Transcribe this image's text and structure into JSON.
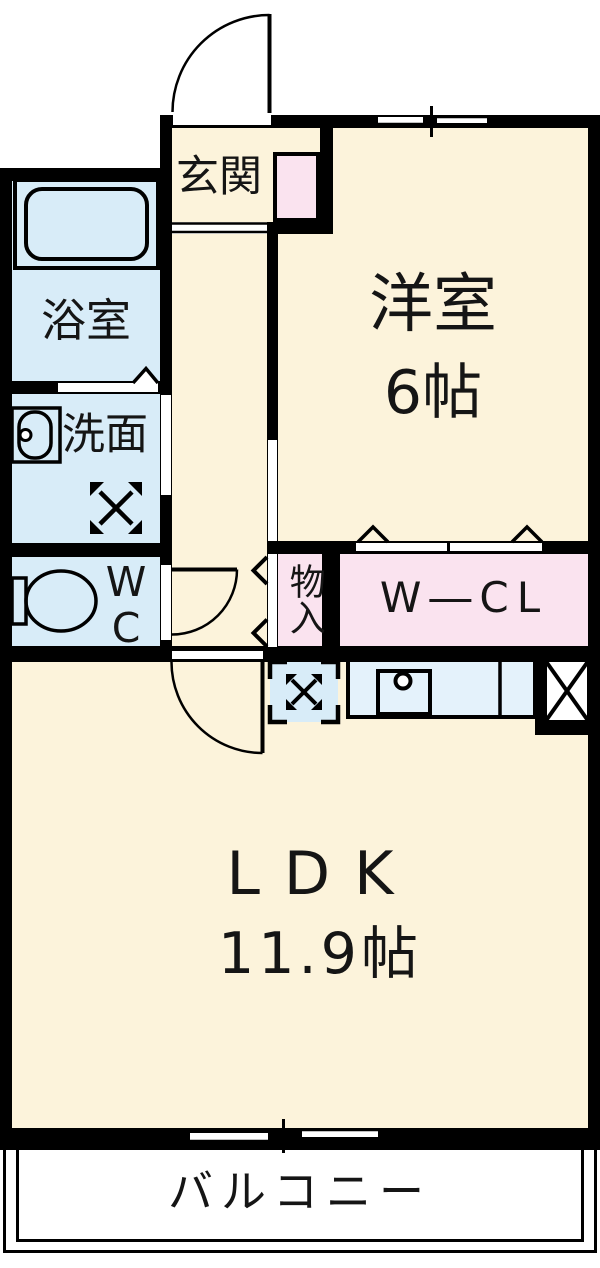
{
  "floorplan": {
    "rooms": {
      "genkan": {
        "label": "玄関"
      },
      "bathroom": {
        "label": "浴室"
      },
      "washroom": {
        "label": "洗面"
      },
      "toilet": {
        "label": "WC"
      },
      "western": {
        "label": "洋室",
        "size": "6帖"
      },
      "storage": {
        "label": "物入"
      },
      "wcl": {
        "label": "W―CL"
      },
      "ldk": {
        "label": "LDK",
        "size": "11.9帖"
      },
      "balcony": {
        "label": "バルコニー"
      }
    },
    "fixtures": {
      "bathtub": "bathtub",
      "washbasin": "washbasin",
      "washer_space": "washing-machine-space",
      "toilet_bowl": "toilet",
      "kitchen_counter": "kitchen-counter-with-sink",
      "refrigerator_space": "refrigerator-space",
      "pipe_shaft": "pipe-space",
      "entrance_door": "entrance-door-swing",
      "wc_door": "door-swing",
      "hall_door": "door-swing",
      "bifold_closet_doors": "folding-doors",
      "windows": "sliding-windows"
    },
    "colors": {
      "background": "#FFFFFF",
      "room_cream": "#FCF3DB",
      "wet_blue": "#D8ECF8",
      "closet_pink": "#FAE3EF",
      "counter_blue": "#E4F2FB",
      "wall_black": "#000000"
    }
  }
}
